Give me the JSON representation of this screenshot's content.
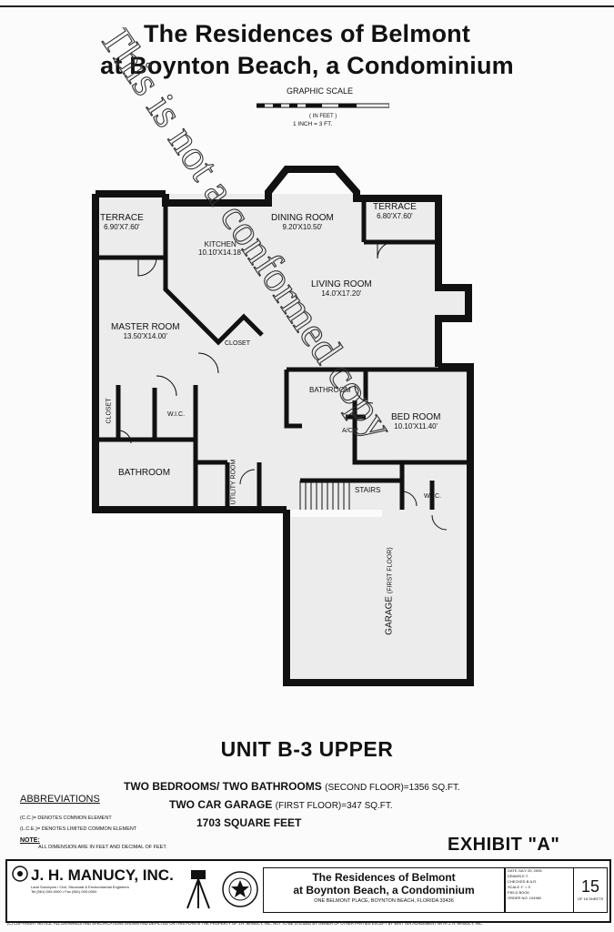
{
  "header": {
    "title_line1": "The Residences of Belmont",
    "title_line2": "at Boynton Beach, a Condominium"
  },
  "scale": {
    "label": "GRAPHIC SCALE",
    "units": "( IN FEET )",
    "ratio": "1 INCH = 3 FT."
  },
  "watermark": "This is not a conformed copy",
  "rooms": {
    "terrace_left": {
      "name": "TERRACE",
      "dim": "6.90'X7.60'"
    },
    "dining": {
      "name": "DINING ROOM",
      "dim": "9.20'X10.50'"
    },
    "terrace_right": {
      "name": "TERRACE",
      "dim": "6.80'X7.60'"
    },
    "kitchen": {
      "name": "KITCHEN",
      "dim": "10.10'X14.18'"
    },
    "living": {
      "name": "LIVING ROOM",
      "dim": "14.0'X17.20'"
    },
    "master": {
      "name": "MASTER ROOM",
      "dim": "13.50'X14.00'"
    },
    "closet_upper": {
      "name": "CLOSET"
    },
    "bathroom_upper": {
      "name": "BATHROOM"
    },
    "bedroom": {
      "name": "BED ROOM",
      "dim": "10.10'X11.40'"
    },
    "closet_left": {
      "name": "CLOSET"
    },
    "wic_left": {
      "name": "W.I.C."
    },
    "ac": {
      "name": "A/C"
    },
    "bathroom_lower": {
      "name": "BATHROOM"
    },
    "utility": {
      "name": "UTILITY ROOM"
    },
    "stairs": {
      "name": "STAIRS"
    },
    "wic_right": {
      "name": "W.I.C."
    },
    "garage": {
      "name": "GARAGE",
      "sub": "(FIRST FLOOR)"
    }
  },
  "unit": {
    "title": "UNIT B-3 UPPER",
    "line1_bold": "TWO BEDROOMS/ TWO BATHROOMS",
    "line1_rest": "(SECOND FLOOR)=1356 SQ.FT.",
    "line2_bold": "TWO CAR GARAGE",
    "line2_rest": "(FIRST FLOOR)=347 SQ.FT.",
    "line3": "1703 SQUARE FEET"
  },
  "abbreviations": {
    "heading": "ABBREVIATIONS",
    "cc": "(C.C.)= DENOTES COMMON ELEMENT",
    "lce": "(L.C.E.)= DENOTES LIMITED COMMON ELEMENT"
  },
  "notes": {
    "heading": "NOTE:",
    "text": "ALL DIMENSION ARE IN FEET AND DECIMAL OF FEET."
  },
  "exhibit": "EXHIBIT \"A\"",
  "title_block": {
    "company": "J. H. MANUCY, INC.",
    "company_sub1": "Land Surveyors / Civil, Structural & Environmental Engineers",
    "company_sub2": "Tel (561) 000-0000 • Fax (561) 000-0000",
    "project_line1": "The Residences of Belmont",
    "project_line2": "at Boynton Beach, a Condominium",
    "address": "ONE BELMONT PLACE, BOYNTON BEACH, FLORIDA 33436",
    "date": "DATE   JULY 20, 2005",
    "drawn": "DRAWN   E.T.",
    "checked": "CHECKED   B.A.R.",
    "scale": "SCALE   1\" = 3'",
    "field_book": "FIELD BOOK",
    "order_no": "ORDER NO.   104982",
    "sheet_number": "15",
    "sheet_of": "OF 18 SHEETS"
  },
  "copyright": "(C) COPYRIGHT NOTICE: ALL DRAWINGS AND SPECIFICATIONS SHOWN AND DEPICTED ON THIS PLAN IS THE PROPERTY OF J.H. MANUCY, INC. NOT TO BE UTILIZED BY OWNER OF OTHER PARTIES EXCEPT BY WRITTEN AGREEMENT WITH J. H. MANUCY, INC."
}
